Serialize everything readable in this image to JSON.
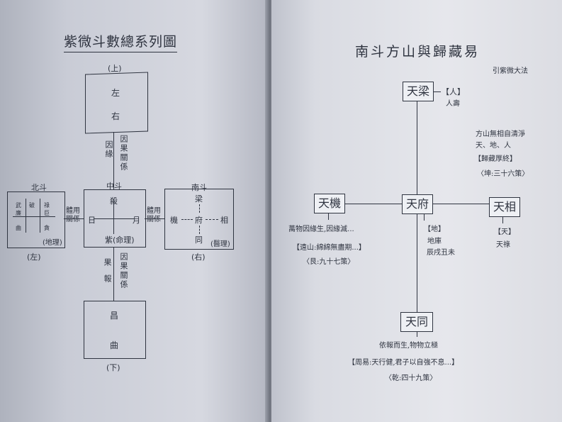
{
  "left": {
    "title": "紫微斗數總系列圖",
    "top_label": "(上)",
    "top_box": {
      "line1": "左",
      "line2": "右"
    },
    "between_top_left": "因緣",
    "between_top_right": "因果關係",
    "center_header": "中斗",
    "center_box": {
      "top": "殺",
      "left": "日",
      "right": "月",
      "bottom": "紫(命理)"
    },
    "north_header": "北斗",
    "north_grid": [
      "武",
      "破",
      "祿",
      "廉",
      "巨",
      "曲",
      "貪"
    ],
    "north_caption": "(地理)",
    "north_side": "(左)",
    "left_connector": "體用關係",
    "south_header": "南斗",
    "south_box": {
      "top": "梁",
      "left": "機",
      "center": "府",
      "right": "相",
      "bottom": "同"
    },
    "south_caption": "(醫理)",
    "south_side": "(右)",
    "right_connector": "體用關係",
    "between_bottom_left": "果報",
    "between_bottom_right": "因果關係",
    "bottom_box": {
      "line1": "昌",
      "line2": "曲"
    },
    "bottom_label": "(下)"
  },
  "right": {
    "title": "南斗方山與歸藏易",
    "subtitle": "引紫微大法",
    "top_node": "天梁",
    "top_note1": "【人】",
    "top_note2": "人壽",
    "side_note1": "方山無相自清淨",
    "side_note2": "天、地、人",
    "side_note3": "【歸藏厚終】",
    "side_note4": "〈坤:三十六策〉",
    "left_node": "天機",
    "center_node": "天府",
    "right_node": "天相",
    "left_note1": "萬物因緣生,因緣滅...",
    "left_note2": "【遠山:綿綿無盡期...】",
    "left_note3": "〈艮:九十七策〉",
    "center_note1": "【地】",
    "center_note2": "地庫",
    "center_note3": "辰戌丑未",
    "right_note1": "【天】",
    "right_note2": "天祿",
    "bottom_node": "天同",
    "bottom_note1": "依報而生,物物立極",
    "bottom_note2": "【周易:天行健,君子以自強不息...】",
    "bottom_note3": "〈乾:四十九策〉"
  }
}
